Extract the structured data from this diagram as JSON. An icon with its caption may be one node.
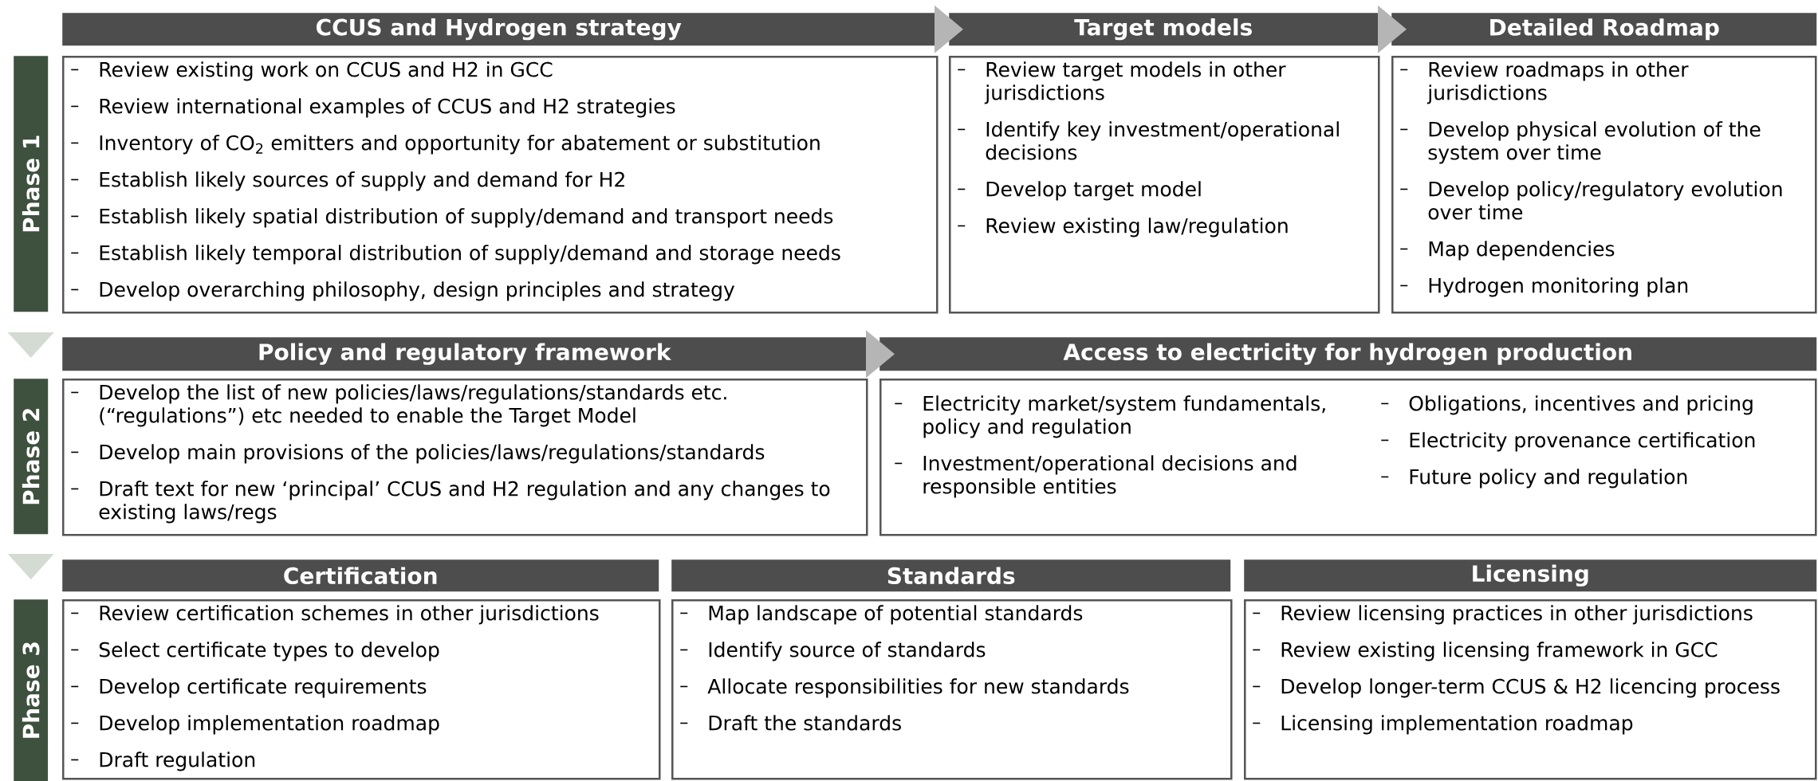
{
  "diagram": {
    "nodes": [
      {
        "text": [
          "Phase 1"
        ]
      },
      {
        "text": [
          "CCUS and Hydrogen strategy"
        ]
      },
      {
        "text": [
          "Target models"
        ]
      },
      {
        "text": [
          "Detailed Roadmap"
        ]
      },
      {
        "text": [
          "Review existing work on CCUS and H2 in GCC",
          "Review international examples of CCUS and H2 strategies",
          "Inventory of CO$_{2}$ emitters and opportunity for abatement or substitution",
          "Establish likely sources of supply and demand for H2",
          "Establish likely spatial distribution of supply/demand and transport needs",
          "Establish likely temporal distribution of supply/demand and storage needs",
          "Develop overarching philosophy, design principles and strategy"
        ]
      },
      {
        "text": [
          "Review target models in other jurisdictions",
          "Identify key investment/operational decisions",
          "Develop target model",
          "Review existing law/regulation"
        ]
      },
      {
        "text": [
          "Review roadmaps in other jurisdictions",
          "Develop physical evolution of the system over time",
          "Develop policy/regulatory evolution over time",
          "Map dependencies",
          "Hydrogen monitoring plan"
        ]
      },
      {
        "text": [
          "Phase 2"
        ]
      },
      {
        "text": [
          "Policy and regulatory framework"
        ]
      },
      {
        "text": [
          "Access to electricity for hydrogen production"
        ]
      },
      {
        "text": [
          "Develop the list of new policies/laws/regulations/standards etc. (“regulations”) etc needed to enable the Target Model",
          "Develop main provisions of the policies/laws/regulations/standards",
          "Draft text for new ‘principal’ CCUS and H2 regulation and any changes to existing laws/regs"
        ]
      },
      {
        "text": [
          "Electricity market/system fundamentals, policy and regulation",
          "Investment/operational decisions and responsible entities",
          "Obligations, incentives and pricing",
          "Electricity provenance certification",
          "Future policy and regulation"
        ]
      },
      {
        "text": [
          "Phase 3"
        ]
      },
      {
        "text": [
          "Certification"
        ]
      },
      {
        "text": [
          "Standards"
        ]
      },
      {
        "text": [
          "Licensing"
        ]
      },
      {
        "text": [
          "Review certification schemes in other jurisdictions",
          "Select certificate types to develop",
          "Develop certificate requirements",
          "Develop implementation roadmap",
          "Draft regulation"
        ]
      },
      {
        "text": [
          "Map landscape of potential standards",
          "Identify source of standards",
          "Allocate responsibilities for new standards",
          "Draft the standards"
        ]
      },
      {
        "text": [
          "Review licensing practices in other jurisdictions",
          "Review existing licensing framework in GCC",
          "Develop longer-term CCUS & H2 licencing process",
          "Licensing implementation roadmap"
        ]
      }
    ],
    "edges": [
      {
        "from": 1,
        "to": 2,
        "arrow": "to"
      },
      {
        "from": 2,
        "to": 3,
        "arrow": "to"
      },
      {
        "from": 8,
        "to": 9,
        "arrow": "to"
      },
      {
        "from": 0,
        "to": 7,
        "arrow": "to"
      },
      {
        "from": 7,
        "to": 12,
        "arrow": "to"
      }
    ]
  }
}
